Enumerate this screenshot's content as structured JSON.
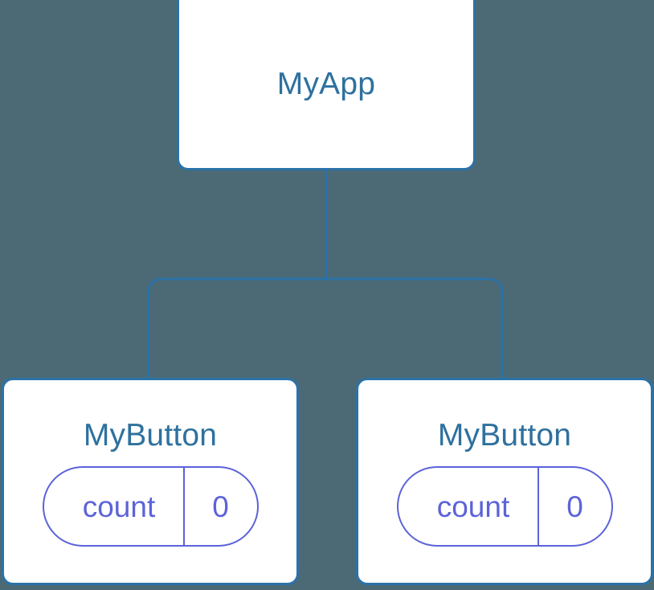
{
  "canvas": {
    "background_color": "#4c6a75",
    "node_border_color": "#2b72a8",
    "node_fill_color": "#ffffff",
    "title_text_color": "#2e719e",
    "state_pill_color": "#5c63d8",
    "connector_color": "#2b72a8"
  },
  "tree": {
    "root": {
      "title": "MyApp"
    },
    "children": [
      {
        "title": "MyButton",
        "state": {
          "key": "count",
          "value": "0"
        }
      },
      {
        "title": "MyButton",
        "state": {
          "key": "count",
          "value": "0"
        }
      }
    ]
  }
}
